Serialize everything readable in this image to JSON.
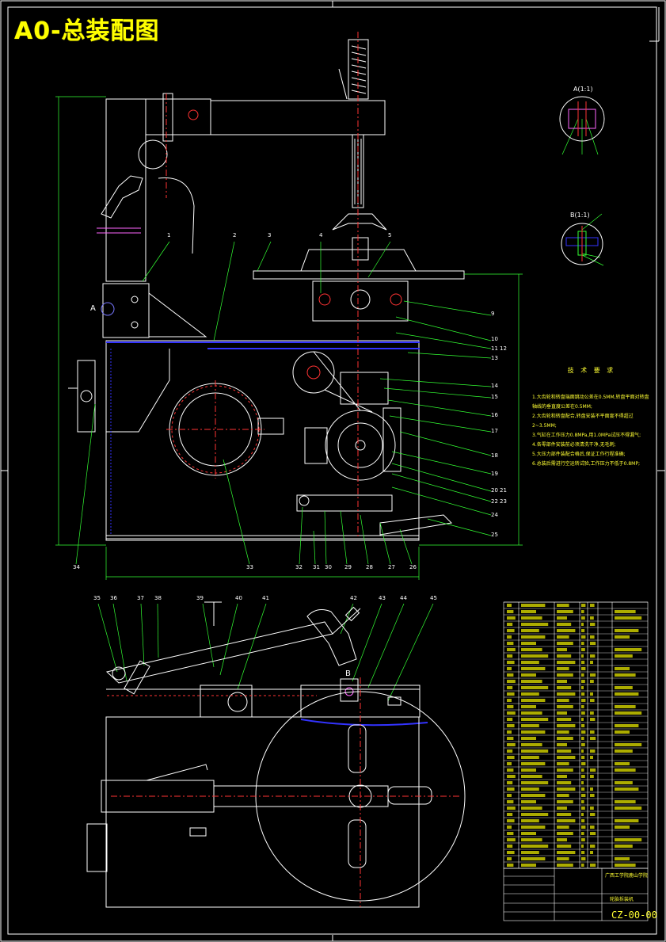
{
  "title": "A0-总装配图",
  "section_labels": {
    "view_a": "A(1:1)",
    "view_b": "B(1:1)",
    "marker_a": "A",
    "marker_b": "B"
  },
  "technical_requirements": {
    "heading": "技 术 要 求",
    "items": [
      "1.大齿轮和转盘端面跳动公差在0.5MM,转盘平面对转盘轴线的垂直度公差在0.5MM;",
      "2.大齿轮和转盘配合,转盘安装不平面度不得超过2~3.5MM;",
      "3.气缸在工作压力0.8MPa,用1.0MPa试压不得漏气;",
      "4.各零部件安装前必须清洗干净,无毛刺;",
      "5.大压力部件装配合格后,保证工作行程准确;",
      "6.总装后需进行空运转试验,工作压力不低于0.8MP;"
    ]
  },
  "balloons": [
    "1",
    "2",
    "3",
    "4",
    "5",
    "9",
    "10",
    "11",
    "12",
    "13",
    "14",
    "15",
    "16",
    "17",
    "18",
    "19",
    "20",
    "21",
    "22",
    "23",
    "24",
    "25",
    "26",
    "27",
    "28",
    "29",
    "30",
    "31",
    "32",
    "33",
    "34",
    "35",
    "36",
    "37",
    "38",
    "39",
    "40",
    "41",
    "42",
    "43",
    "44",
    "45"
  ],
  "title_block": {
    "school": "广西工学院鹿山学院",
    "product": "轮胎拆装机",
    "drawing_no": "CZ-00-00"
  }
}
